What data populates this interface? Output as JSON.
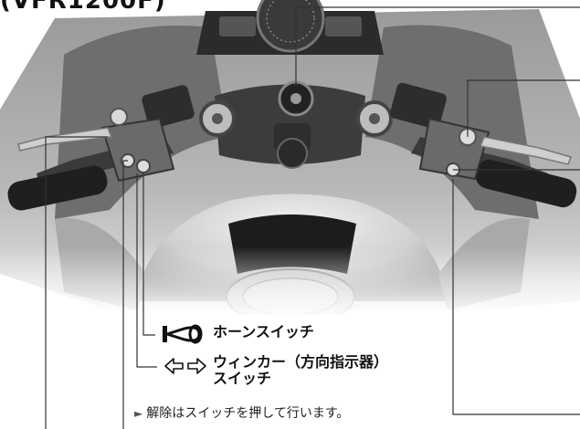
{
  "figure": {
    "model_title": "(VFR1200F)",
    "labels": {
      "horn": "ホーンスイッチ",
      "turn_line1": "ウィンカー（方向指示器）",
      "turn_line2": "スイッチ"
    },
    "note": "解除はスイッチを押して行います。",
    "note_marker": "►"
  },
  "icons": {
    "horn": "horn-icon",
    "turn": "turn-signal-arrows-icon"
  },
  "colors": {
    "callout_line": "#333333",
    "photo_dark": "#2b2b2b",
    "photo_mid": "#8a8a8a",
    "photo_light": "#d8d8d8"
  }
}
